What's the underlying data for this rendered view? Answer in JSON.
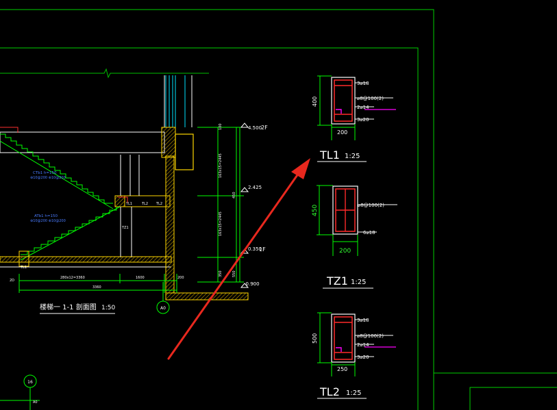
{
  "colors": {
    "background": "#000000",
    "frame": "#00ff00",
    "concrete": "#ffd700",
    "rebar": "#ff2a2a",
    "stirrup": "#ffffff",
    "link": "#ff00ff",
    "dimension": "#00ff00",
    "arrow": "#e8281e",
    "cyan": "#00ffff"
  },
  "section_view": {
    "title": "楼梯一 1-1 剖面图",
    "scale": "1:50",
    "axis_a": "A0",
    "axis_b": "16",
    "levels": {
      "floor2": "4.500",
      "floor2_tag": "2F",
      "landing": "2.425",
      "floor1": "0.350",
      "floor1_tag": "1F",
      "ground": "-0.900"
    },
    "dims_vertical": [
      "100",
      "163x15=2445",
      "450",
      "163x15=2445",
      "350",
      "550"
    ],
    "dims_horizontal": [
      "280x12=3360",
      "1600",
      "3360",
      "200"
    ],
    "flight_notes": [
      {
        "line1": "CTb1 h=150",
        "line2": "⊕10@200 ⊕10@200"
      },
      {
        "line1": "ATb1 h=150",
        "line2": "⊕10@200 ⊕10@200"
      }
    ],
    "member_tags": [
      "TL1",
      "TL2",
      "TZ1",
      "TL2",
      "TL1"
    ],
    "small_tags": [
      "2D",
      "A0"
    ]
  },
  "details": [
    {
      "id": "TL1",
      "title": "TL1",
      "scale": "1:25",
      "height_dim": "400",
      "width_dim": "200",
      "notes": [
        "3⌀18",
        "⌀8@100(2)",
        "2⌀14",
        "3⌀20"
      ]
    },
    {
      "id": "TZ1",
      "title": "TZ1",
      "scale": "1:25",
      "height_dim": "450",
      "width_dim": "200",
      "notes": [
        "⌀8@100(2)",
        "6⌀18"
      ]
    },
    {
      "id": "TL2",
      "title": "TL2",
      "scale": "1:25",
      "height_dim": "500",
      "width_dim": "250",
      "notes": [
        "3⌀18",
        "⌀8@100(2)",
        "2⌀14",
        "3⌀20"
      ]
    }
  ]
}
